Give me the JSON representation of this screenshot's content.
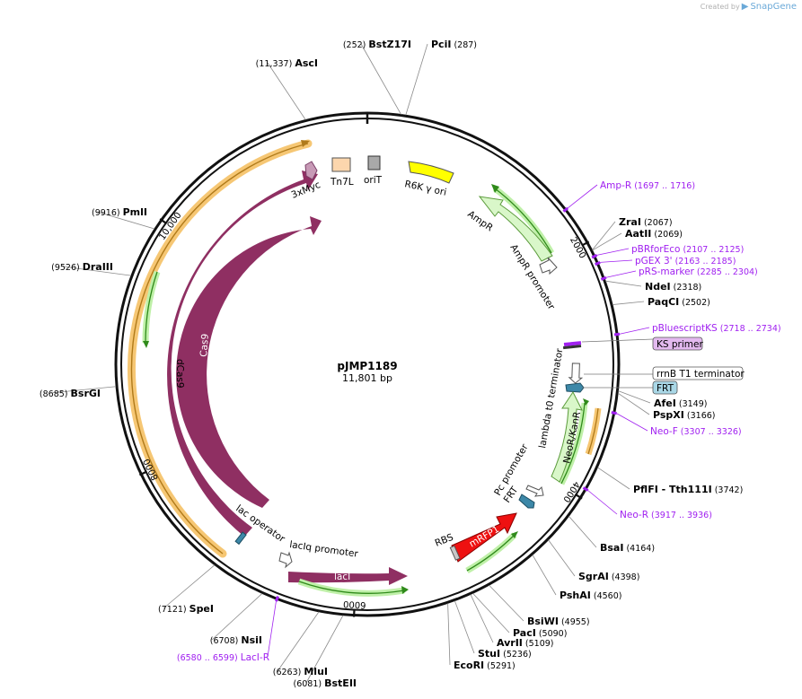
{
  "credit": {
    "prefix": "Created by",
    "brand": "SnapGene"
  },
  "plasmid": {
    "name": "pJMP1189",
    "length": "11,801 bp",
    "total": 11801
  },
  "ticks": [
    {
      "label": "2000",
      "pos": 2000
    },
    {
      "label": "4000",
      "pos": 4000
    },
    {
      "label": "6000",
      "pos": 6000
    },
    {
      "label": "8000",
      "pos": 8000
    },
    {
      "label": "10,000",
      "pos": 10000
    }
  ],
  "cut_sites": [
    {
      "name": "BstZ17I",
      "pos": "(252)",
      "site": 252
    },
    {
      "name": "PciI",
      "pos": "(287)",
      "site": 287
    },
    {
      "name": "AscI",
      "pos": "(11,337)",
      "site": 11337
    },
    {
      "name": "ZraI",
      "pos": "(2067)",
      "site": 2067
    },
    {
      "name": "AatII",
      "pos": "(2069)",
      "site": 2069
    },
    {
      "name": "NdeI",
      "pos": "(2318)",
      "site": 2318
    },
    {
      "name": "PaqCI",
      "pos": "(2502)",
      "site": 2502
    },
    {
      "name": "AfeI",
      "pos": "(3149)",
      "site": 3149
    },
    {
      "name": "PspXI",
      "pos": "(3166)",
      "site": 3166
    },
    {
      "name": "PflFI - Tth111I",
      "pos": "(3742)",
      "site": 3742
    },
    {
      "name": "BsaI",
      "pos": "(4164)",
      "site": 4164
    },
    {
      "name": "SgrAI",
      "pos": "(4398)",
      "site": 4398
    },
    {
      "name": "PshAI",
      "pos": "(4560)",
      "site": 4560
    },
    {
      "name": "BsiWI",
      "pos": "(4955)",
      "site": 4955
    },
    {
      "name": "PacI",
      "pos": "(5090)",
      "site": 5090
    },
    {
      "name": "AvrII",
      "pos": "(5109)",
      "site": 5109
    },
    {
      "name": "StuI",
      "pos": "(5236)",
      "site": 5236
    },
    {
      "name": "EcoRI",
      "pos": "(5291)",
      "site": 5291
    },
    {
      "name": "BstEII",
      "pos": "(6081)",
      "site": 6081
    },
    {
      "name": "MluI",
      "pos": "(6263)",
      "site": 6263
    },
    {
      "name": "NsiI",
      "pos": "(6708)",
      "site": 6708
    },
    {
      "name": "SpeI",
      "pos": "(7121)",
      "site": 7121
    },
    {
      "name": "BsrGI",
      "pos": "(8685)",
      "site": 8685
    },
    {
      "name": "DraIII",
      "pos": "(9526)",
      "site": 9526
    },
    {
      "name": "PmlI",
      "pos": "(9916)",
      "site": 9916
    }
  ],
  "primers": [
    {
      "name": "Amp-R",
      "range": "(1697 .. 1716)",
      "site": 1706
    },
    {
      "name": "pBRforEco",
      "range": "(2107 .. 2125)",
      "site": 2116
    },
    {
      "name": "pGEX 3'",
      "range": "(2163 .. 2185)",
      "site": 2174
    },
    {
      "name": "pRS-marker",
      "range": "(2285 .. 2304)",
      "site": 2295
    },
    {
      "name": "pBluescriptKS",
      "range": "(2718 .. 2734)",
      "site": 2726
    },
    {
      "name": "Neo-F",
      "range": "(3307 .. 3326)",
      "site": 3316
    },
    {
      "name": "Neo-R",
      "range": "(3917 .. 3936)",
      "site": 3926
    },
    {
      "name": "LacI-R",
      "range": "(6580 .. 6599)",
      "site": 6590
    }
  ],
  "boxed_labels": [
    {
      "text": "KS primer",
      "fill": "#e3b9ef"
    },
    {
      "text": "rrnB T1 terminator",
      "fill": "#ffffff"
    },
    {
      "text": "FRT",
      "fill": "#a9d7e6"
    }
  ],
  "features": [
    {
      "label": "3xMyc"
    },
    {
      "label": "Tn7L"
    },
    {
      "label": "oriT"
    },
    {
      "label": "R6K γ ori"
    },
    {
      "label": "AmpR"
    },
    {
      "label": "AmpR promoter"
    },
    {
      "label": "lambda t0 terminator"
    },
    {
      "label": "NeoR/KanR"
    },
    {
      "label": "Pc promoter"
    },
    {
      "label": "FRT"
    },
    {
      "label": "RBS"
    },
    {
      "label": "mRFP1"
    },
    {
      "label": "lacI"
    },
    {
      "label": "lacIq promoter"
    },
    {
      "label": "lac operator"
    },
    {
      "label": "dCas9"
    },
    {
      "label": "Cas9"
    }
  ],
  "colors": {
    "backbone": "#111111",
    "cas9": "#8f2f62",
    "amp": "#d9f7c9",
    "mrfp": "#ee1111",
    "primer": "#a020f0",
    "orange_glow": "#f6c774",
    "green_arrow": "#2f8a1a"
  }
}
